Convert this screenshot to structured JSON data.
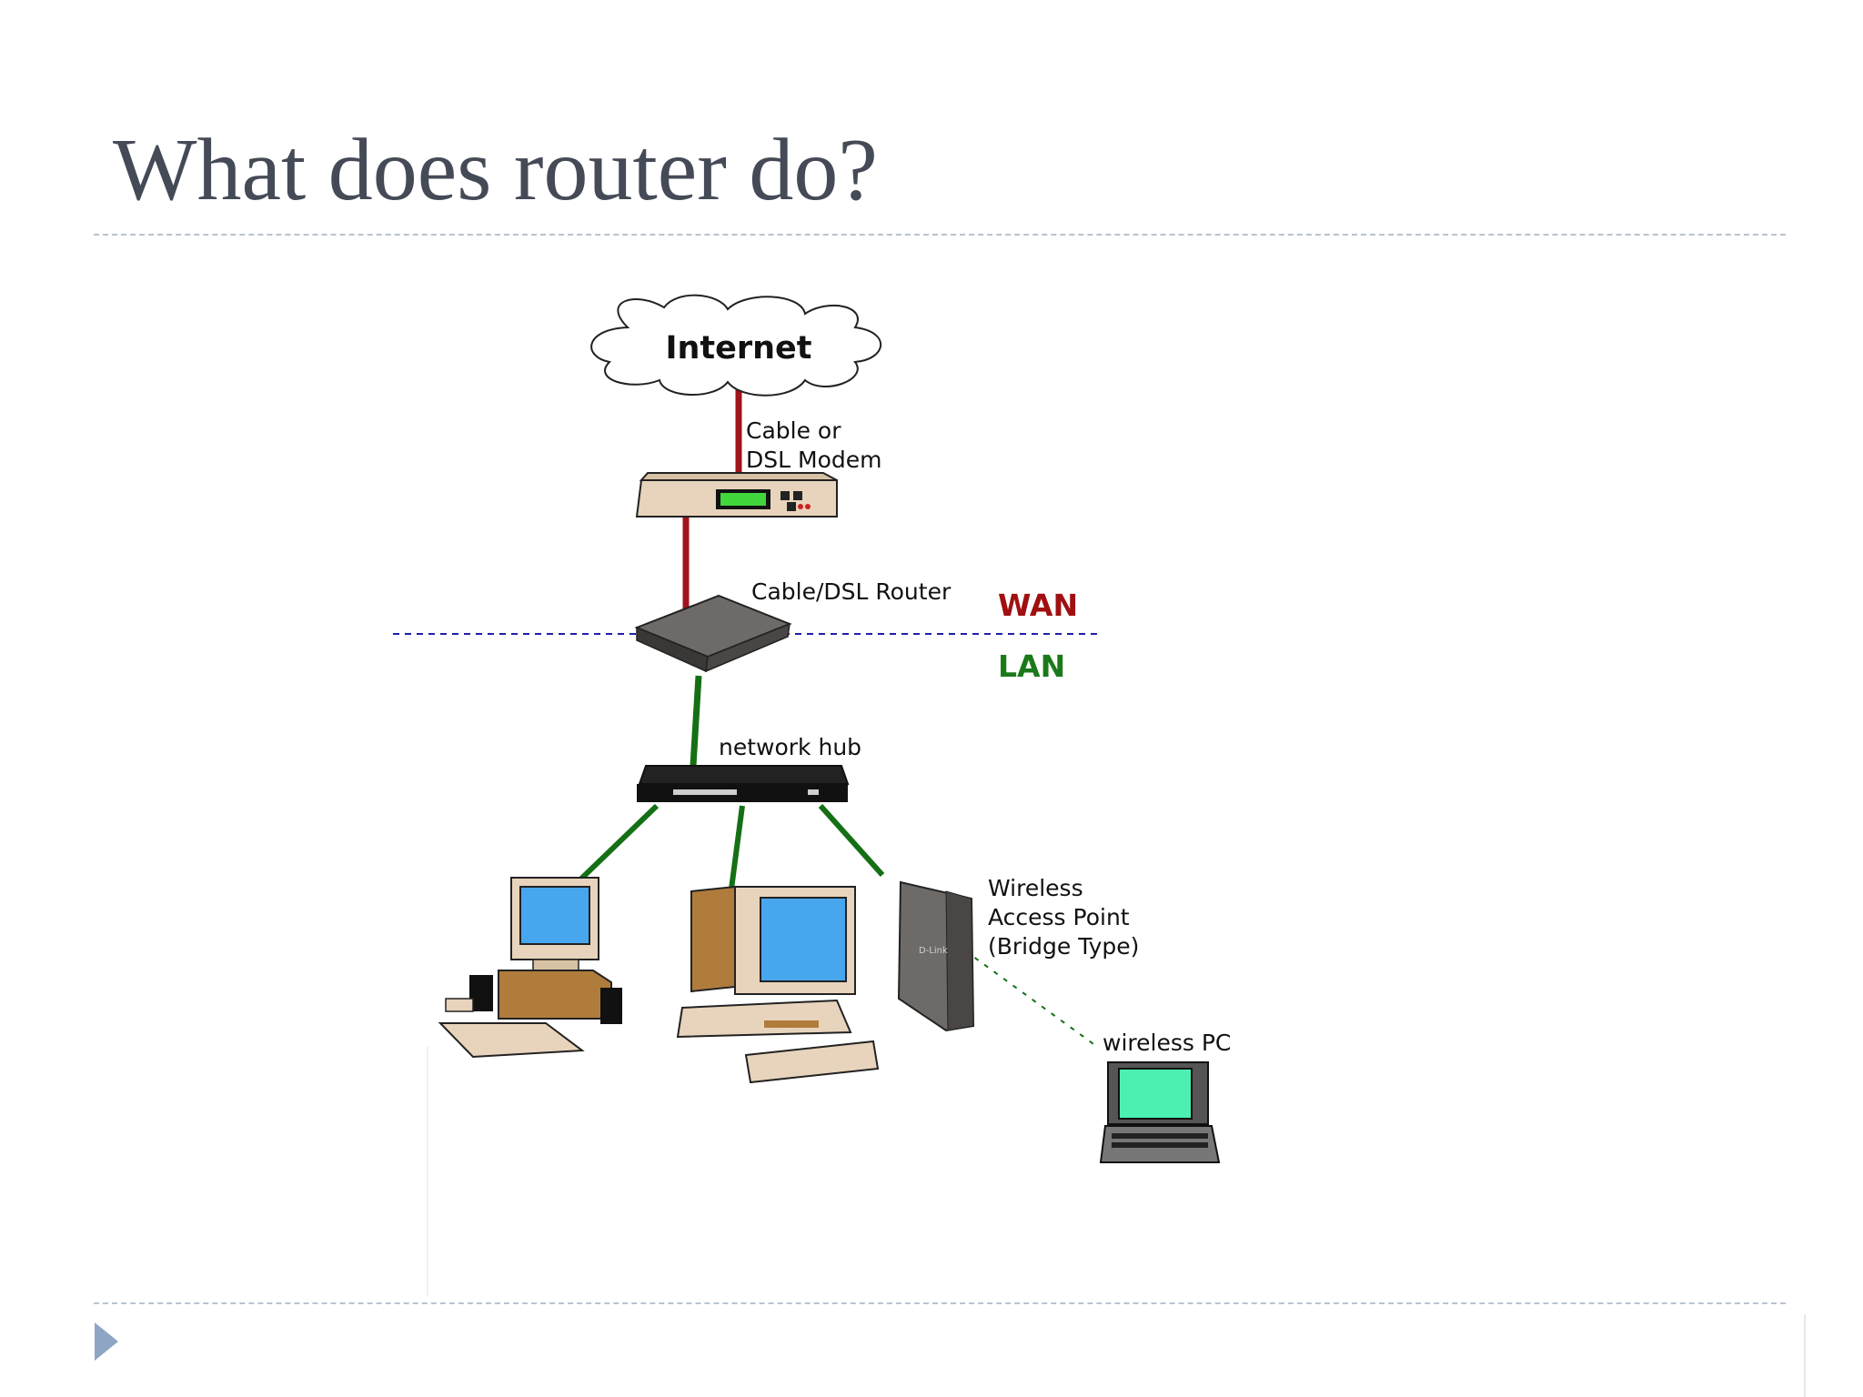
{
  "slide": {
    "title": "What does router do?"
  },
  "diagram": {
    "internet_label": "Internet",
    "modem_label_line1": "Cable or",
    "modem_label_line2": "DSL Modem",
    "router_label": "Cable/DSL Router",
    "wan_label": "WAN",
    "lan_label": "LAN",
    "hub_label": "network hub",
    "ap_label_line1": "Wireless",
    "ap_label_line2": "Access Point",
    "ap_label_line3": "(Bridge Type)",
    "wireless_pc_label": "wireless PC",
    "colors": {
      "wan": "#a01010",
      "lan": "#1a7a1a",
      "boundary": "#1f1faa",
      "wan_link": "#a0141c",
      "lan_link": "#157015"
    }
  }
}
